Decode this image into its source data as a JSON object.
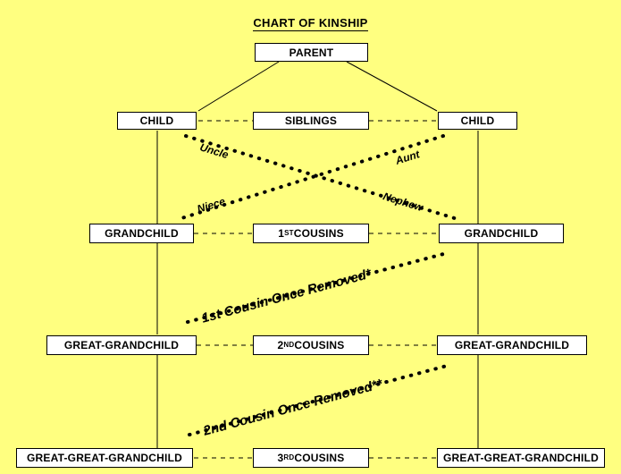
{
  "page": {
    "title": "CHART OF KINSHIP",
    "background_color": "#ffff80",
    "node_fill": "#ffffff",
    "line_color": "#000000"
  },
  "nodes": {
    "parent": "PARENT",
    "child_left": "CHILD",
    "siblings": "SIBLINGS",
    "child_right": "CHILD",
    "grandchild_left": "GRANDCHILD",
    "cousins_1st_num": "1",
    "cousins_1st_ord": "ST",
    "cousins_1st_rest": " COUSINS",
    "grandchild_right": "GRANDCHILD",
    "great_grandchild_left": "GREAT-GRANDCHILD",
    "cousins_2nd_num": "2",
    "cousins_2nd_ord": "ND",
    "cousins_2nd_rest": " COUSINS",
    "great_grandchild_right": "GREAT-GRANDCHILD",
    "great_great_grandchild_left": "GREAT-GREAT-GRANDCHILD",
    "cousins_3rd_num": "3",
    "cousins_3rd_ord": "RD",
    "cousins_3rd_rest": " COUSINS",
    "great_great_grandchild_right": "GREAT-GREAT-GRANDCHILD"
  },
  "relations": {
    "uncle": "Uncle",
    "aunt": "Aunt",
    "niece": "Niece",
    "nephew": "Nephew",
    "first_cousin_once_removed": "1st Cousin Once Removed*",
    "second_cousin_once_removed": "2nd Cousin Once Removed**"
  },
  "chart_data": {
    "type": "diagram",
    "title": "CHART OF KINSHIP",
    "generations": [
      {
        "level": 0,
        "nodes": [
          "PARENT"
        ]
      },
      {
        "level": 1,
        "nodes": [
          "CHILD",
          "SIBLINGS",
          "CHILD"
        ]
      },
      {
        "level": 2,
        "nodes": [
          "GRANDCHILD",
          "1ST COUSINS",
          "GRANDCHILD"
        ]
      },
      {
        "level": 3,
        "nodes": [
          "GREAT-GRANDCHILD",
          "2ND COUSINS",
          "GREAT-GRANDCHILD"
        ]
      },
      {
        "level": 4,
        "nodes": [
          "GREAT-GREAT-GRANDCHILD",
          "3RD COUSINS",
          "GREAT-GREAT-GRANDCHILD"
        ]
      }
    ],
    "solid_edges": [
      [
        "PARENT",
        "CHILD (left)"
      ],
      [
        "PARENT",
        "CHILD (right)"
      ],
      [
        "CHILD (left)",
        "GRANDCHILD (left)"
      ],
      [
        "CHILD (right)",
        "GRANDCHILD (right)"
      ],
      [
        "GRANDCHILD (left)",
        "GREAT-GRANDCHILD (left)"
      ],
      [
        "GRANDCHILD (right)",
        "GREAT-GRANDCHILD (right)"
      ],
      [
        "GREAT-GRANDCHILD (left)",
        "GREAT-GREAT-GRANDCHILD (left)"
      ],
      [
        "GREAT-GRANDCHILD (right)",
        "GREAT-GREAT-GRANDCHILD (right)"
      ]
    ],
    "dashed_edges": [
      [
        "CHILD (left)",
        "SIBLINGS"
      ],
      [
        "SIBLINGS",
        "CHILD (right)"
      ],
      [
        "GRANDCHILD (left)",
        "1ST COUSINS"
      ],
      [
        "1ST COUSINS",
        "GRANDCHILD (right)"
      ],
      [
        "GREAT-GRANDCHILD (left)",
        "2ND COUSINS"
      ],
      [
        "2ND COUSINS",
        "GREAT-GRANDCHILD (right)"
      ],
      [
        "GREAT-GREAT-GRANDCHILD (left)",
        "3RD COUSINS"
      ],
      [
        "3RD COUSINS",
        "GREAT-GREAT-GRANDCHILD (right)"
      ]
    ],
    "dotted_edges": [
      {
        "label": "Uncle / Nephew",
        "from": "CHILD (left)",
        "to": "GRANDCHILD (right)"
      },
      {
        "label": "Aunt / Niece",
        "from": "CHILD (right)",
        "to": "GRANDCHILD (left)"
      },
      {
        "label": "1st Cousin Once Removed*",
        "from": "GREAT-GRANDCHILD (left)",
        "to": "GRANDCHILD (right)"
      },
      {
        "label": "2nd Cousin Once Removed**",
        "from": "GREAT-GREAT-GRANDCHILD (left)",
        "to": "GREAT-GRANDCHILD (right)"
      }
    ]
  }
}
